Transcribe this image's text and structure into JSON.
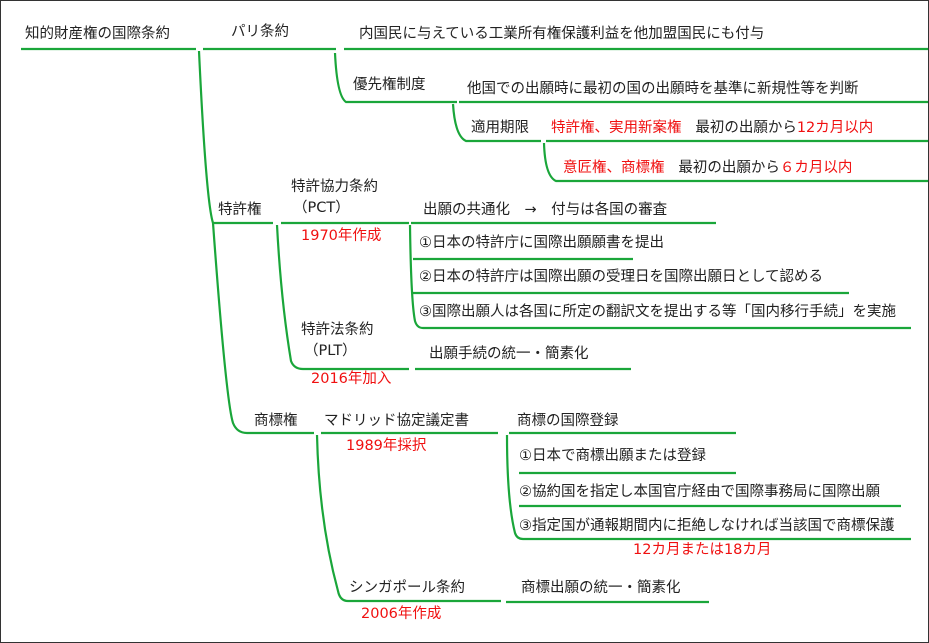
{
  "root": "知的財産権の国際条約",
  "paris": {
    "label": "パリ条約",
    "national": "内国民に与えている工業所有権保護利益を他加盟国民にも付与",
    "priority": {
      "label": "優先権制度",
      "desc": "他国での出願時に最初の国の出願時を基準に新規性等を判断",
      "period": "適用期限",
      "patent_rights": "特許権、実用新案権",
      "patent_term_a": "最初の出願から",
      "patent_term_b": "12カ月以内",
      "design_rights": "意匠権、商標権",
      "design_term_a": "最初の出願から",
      "design_term_b": "６カ月以内"
    }
  },
  "patent": {
    "label": "特許権",
    "pct": {
      "label1": "特許協力条約",
      "label2": "（PCT）",
      "note": "1970年作成",
      "summary": "出願の共通化　→　付与は各国の審査",
      "items": [
        "①日本の特許庁に国際出願願書を提出",
        "②日本の特許庁は国際出願の受理日を国際出願日として認める",
        "③国際出願人は各国に所定の翻訳文を提出する等「国内移行手続」を実施"
      ]
    },
    "plt": {
      "label1": "特許法条約",
      "label2": "（PLT）",
      "note": "2016年加入",
      "summary": "出願手続の統一・簡素化"
    }
  },
  "trademark": {
    "label": "商標権",
    "madrid": {
      "label": "マドリッド協定議定書",
      "note": "1989年採択",
      "summary": "商標の国際登録",
      "items": [
        "①日本で商標出願または登録",
        "②協約国を指定し本国官庁経由で国際事務局に国際出願",
        "③指定国が通報期間内に拒絶しなければ当該国で商標保護"
      ],
      "term": "12カ月または18カ月"
    },
    "singapore": {
      "label": "シンガポール条約",
      "note": "2006年作成",
      "summary": "商標出願の統一・簡素化"
    }
  },
  "colors": {
    "line": "#1aa63a",
    "red": "#f01010"
  }
}
